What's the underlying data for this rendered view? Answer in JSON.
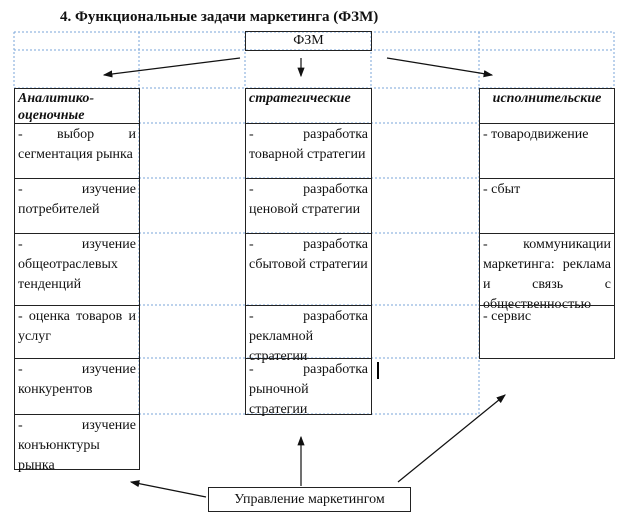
{
  "title": "4. Функциональные задачи маркетинга (ФЗМ)",
  "root": "ФЗМ",
  "columns": [
    {
      "header": "Аналитико-оценочные",
      "items": [
        "- выбор и сегментация рынка",
        "- изучение потребителей",
        "- изучение общеотраслевых тенденций",
        "- оценка товаров и услуг",
        "- изучение конкурентов",
        "- изучение конъюнктуры рынка"
      ]
    },
    {
      "header": "стратегические",
      "items": [
        "- разработка товарной стратегии",
        "- разработка ценовой стратегии",
        "- разработка сбытовой стратегии",
        "- разработка рекламной стратегии",
        "- разработка рыночной стратегии"
      ]
    },
    {
      "header": "исполнительские",
      "items": [
        "- товародвижение",
        "- сбыт",
        "- коммуникации маркетинга: реклама и связь с общественностью",
        "- сервис"
      ]
    }
  ],
  "bottom": "Управление маркетингом"
}
